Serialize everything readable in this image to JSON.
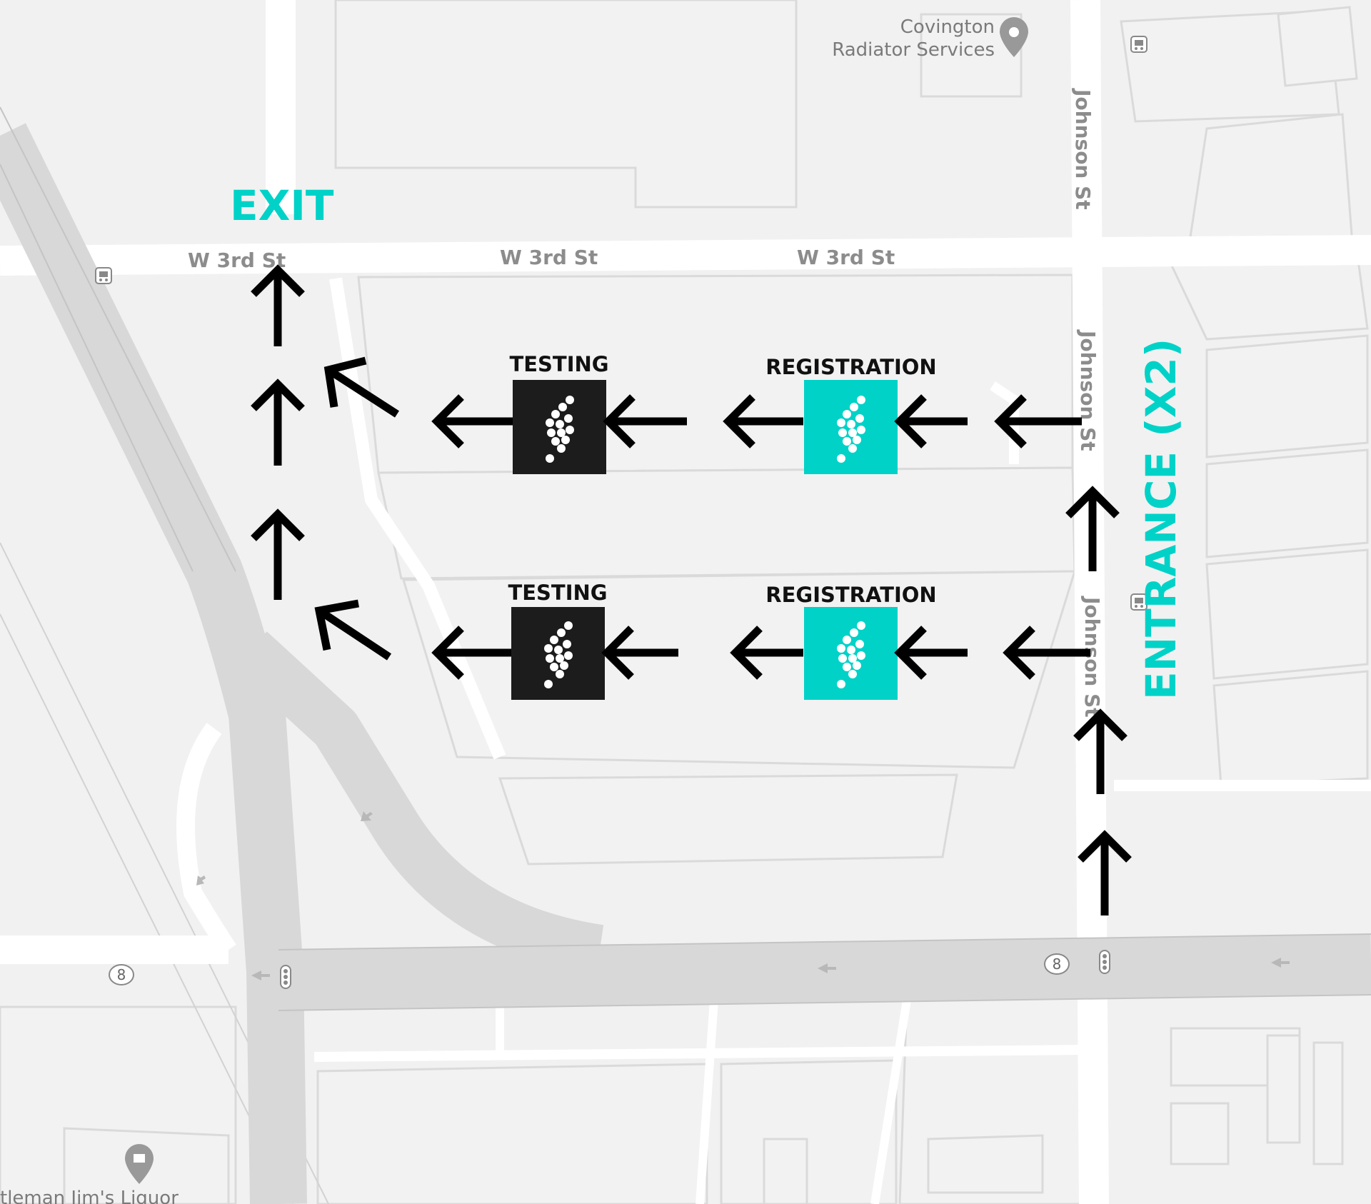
{
  "map": {
    "streets": {
      "w3rd_1": "W 3rd St",
      "w3rd_2": "W 3rd St",
      "w3rd_3": "W 3rd St",
      "johnson_1": "Johnson St",
      "johnson_2": "Johnson St",
      "johnson_3": "Johnson St"
    },
    "route_shield_1": "8",
    "route_shield_2": "8",
    "poi_radiator_line1": "Covington",
    "poi_radiator_line2": "Radiator Services",
    "poi_liquor": "tleman Jim's Liquor"
  },
  "overlay": {
    "exit_label": "EXIT",
    "entrance_label": "ENTRANCE (X2)",
    "stations": {
      "testing_top": "TESTING",
      "registration_top": "REGISTRATION",
      "testing_bottom": "TESTING",
      "registration_bottom": "REGISTRATION"
    }
  },
  "colors": {
    "accent": "#00d2c8",
    "testing_box": "#1c1c1c",
    "registration_box": "#00d2c8",
    "arrow": "#000000",
    "road": "#d9d9d9",
    "background": "#f1f1f1"
  },
  "icons": {
    "station_logo": "dot-matrix-logo-icon",
    "poi_pin": "map-pin-icon",
    "shopping_pin": "shopping-bag-pin-icon",
    "bus_stop": "bus-stop-icon",
    "traffic_light": "traffic-light-icon",
    "direction_arrow": "arrow-icon"
  }
}
